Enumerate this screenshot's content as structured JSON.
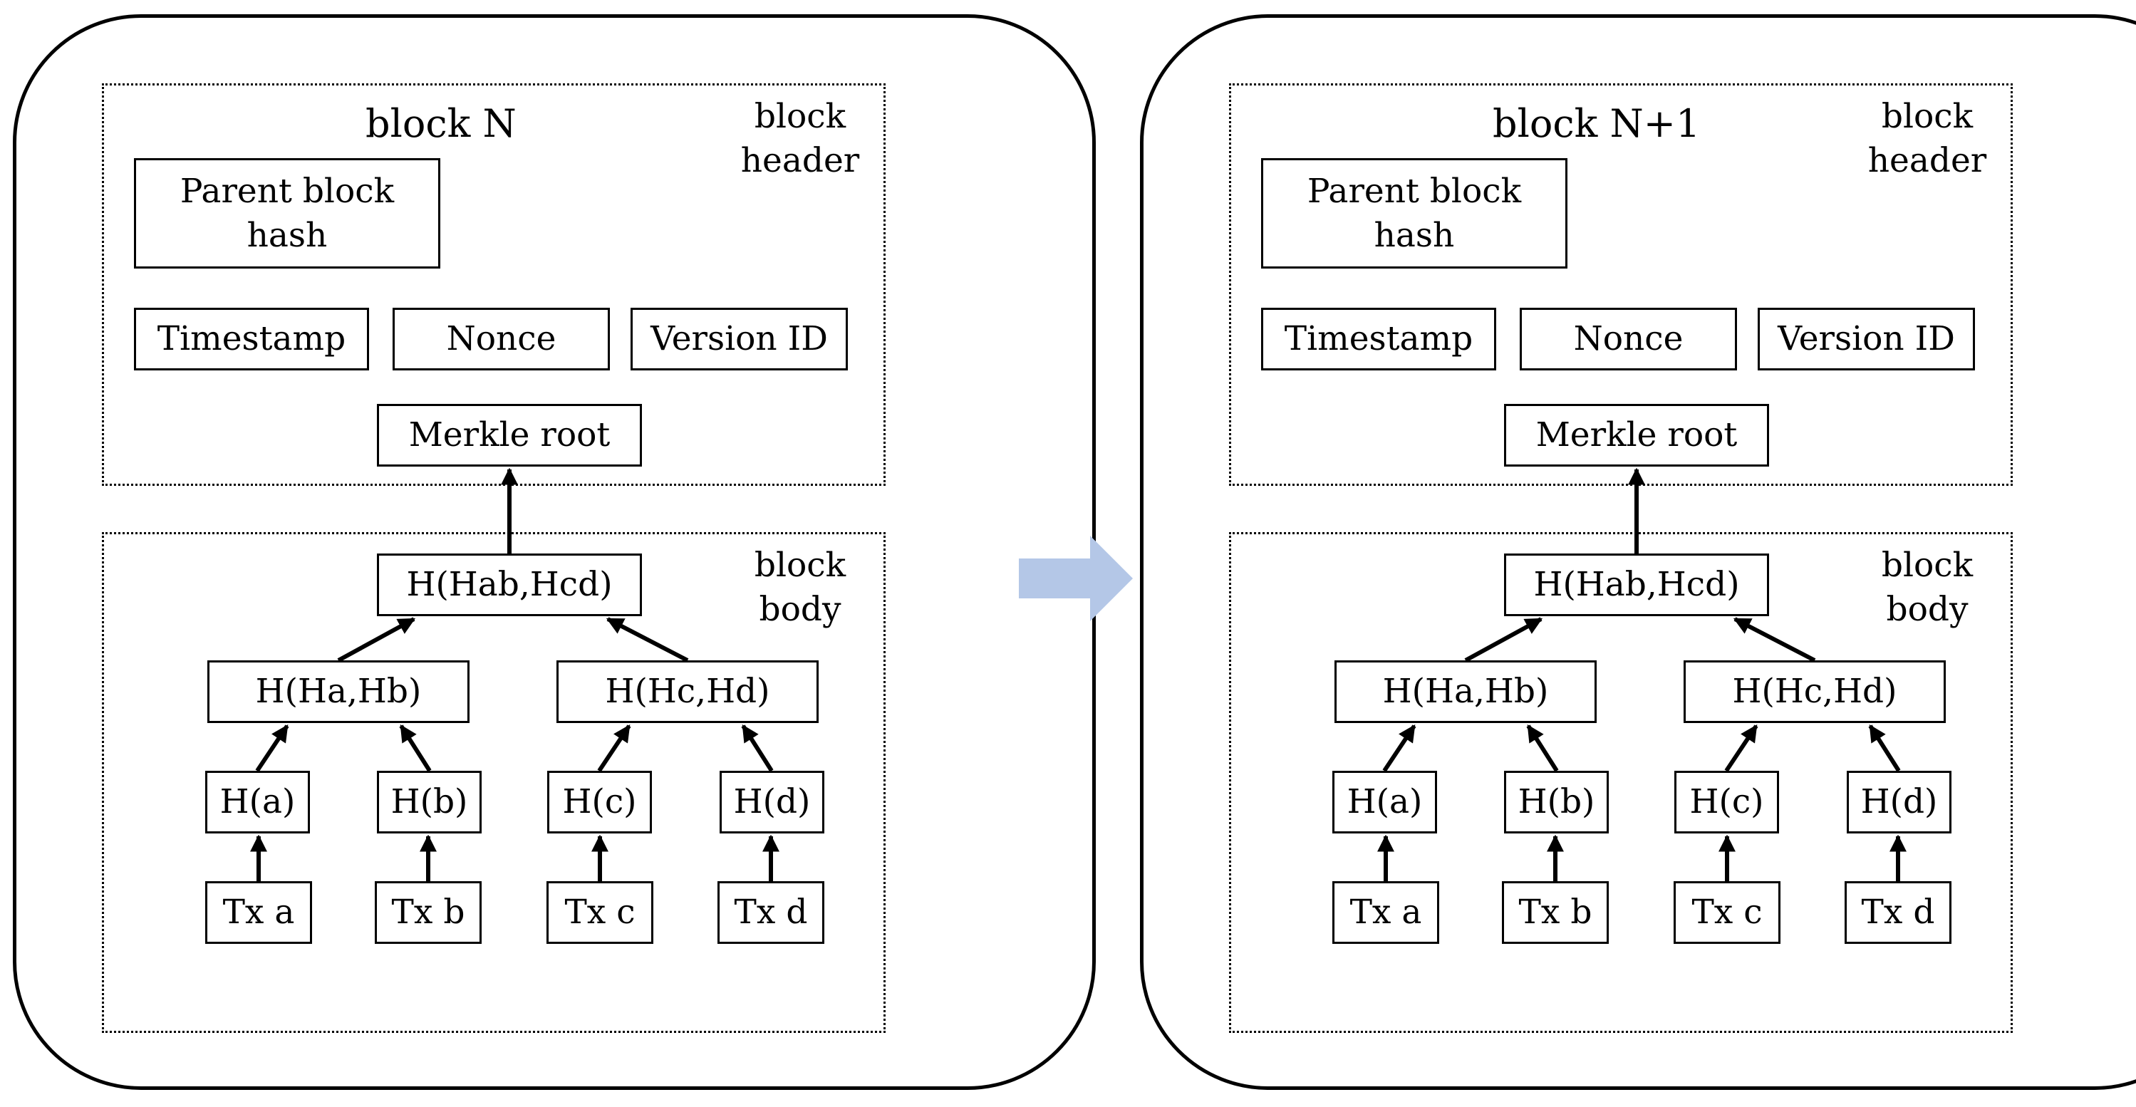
{
  "blocks": [
    {
      "title": "block N",
      "header_label": "block\nheader",
      "body_label": "block\nbody",
      "parent_hash": "Parent block\nhash",
      "timestamp": "Timestamp",
      "nonce": "Nonce",
      "version_id": "Version ID",
      "merkle_root": "Merkle root",
      "hab_hcd": "H(Hab,Hcd)",
      "ha_hb": "H(Ha,Hb)",
      "hc_hd": "H(Hc,Hd)",
      "h_a": "H(a)",
      "h_b": "H(b)",
      "h_c": "H(c)",
      "h_d": "H(d)",
      "tx_a": "Tx a",
      "tx_b": "Tx b",
      "tx_c": "Tx c",
      "tx_d": "Tx d"
    },
    {
      "title": "block N+1",
      "header_label": "block\nheader",
      "body_label": "block\nbody",
      "parent_hash": "Parent block\nhash",
      "timestamp": "Timestamp",
      "nonce": "Nonce",
      "version_id": "Version ID",
      "merkle_root": "Merkle root",
      "hab_hcd": "H(Hab,Hcd)",
      "ha_hb": "H(Ha,Hb)",
      "hc_hd": "H(Hc,Hd)",
      "h_a": "H(a)",
      "h_b": "H(b)",
      "h_c": "H(c)",
      "h_d": "H(d)",
      "tx_a": "Tx a",
      "tx_b": "Tx b",
      "tx_c": "Tx c",
      "tx_d": "Tx d"
    }
  ],
  "colors": {
    "transition_arrow": "#b4c7e7",
    "line": "#000000"
  }
}
